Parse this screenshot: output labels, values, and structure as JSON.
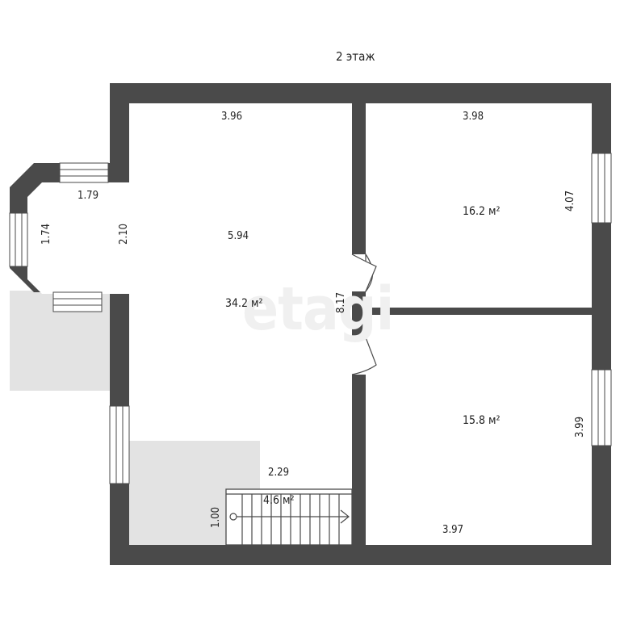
{
  "floor_title": "2 этаж",
  "watermark": "etagi",
  "colors": {
    "wall": "#4a4a4a",
    "terrace": "#e3e3e3",
    "room": "#ffffff"
  },
  "rooms": {
    "main": {
      "area": "34.2 м²"
    },
    "top_right": {
      "area": "16.2 м²"
    },
    "bottom_right": {
      "area": "15.8 м²"
    },
    "stair": {
      "area": "4.6 м²"
    }
  },
  "dimensions": {
    "main_top": "3.96",
    "bay_width": "1.79",
    "bay_height": "1.74",
    "bay_depth": "2.10",
    "main_length": "5.94",
    "corridor": "8.17",
    "top_right_width": "3.98",
    "top_right_height": "4.07",
    "bottom_right_height": "3.99",
    "bottom_right_width": "3.97",
    "stair_width": "2.29",
    "stair_height": "1.00"
  }
}
